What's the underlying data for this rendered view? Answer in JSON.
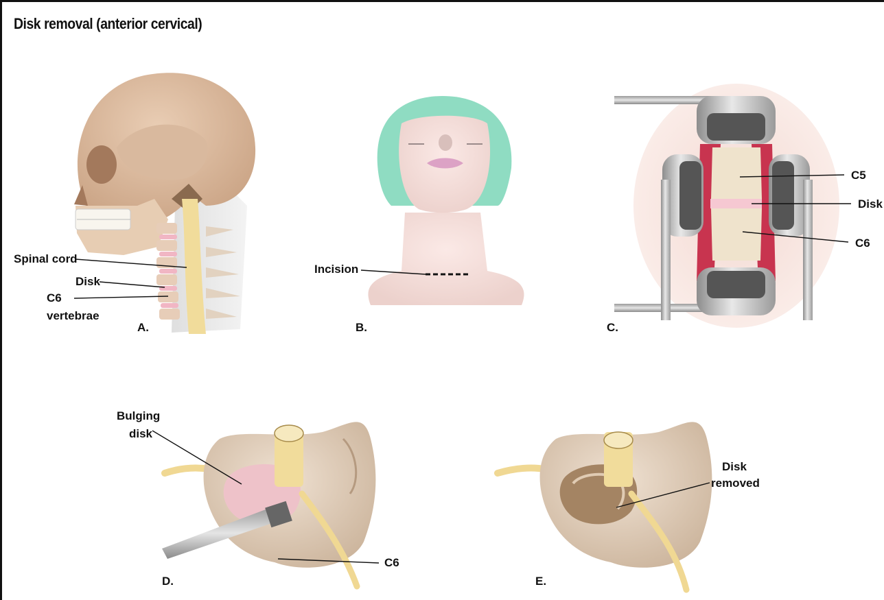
{
  "title": "Disk removal (anterior cervical)",
  "panels": {
    "a": {
      "letter": "A.",
      "labels": {
        "spinal_cord": "Spinal cord",
        "disk": "Disk",
        "c6_line1": "C6",
        "c6_line2": "vertebrae"
      }
    },
    "b": {
      "letter": "B.",
      "labels": {
        "incision": "Incision"
      }
    },
    "c": {
      "letter": "C.",
      "labels": {
        "c5": "C5",
        "disk": "Disk",
        "c6": "C6"
      }
    },
    "d": {
      "letter": "D.",
      "labels": {
        "bulging_line1": "Bulging",
        "bulging_line2": "disk",
        "c6": "C6"
      }
    },
    "e": {
      "letter": "E.",
      "labels": {
        "removed_line1": "Disk",
        "removed_line2": "removed"
      }
    }
  }
}
